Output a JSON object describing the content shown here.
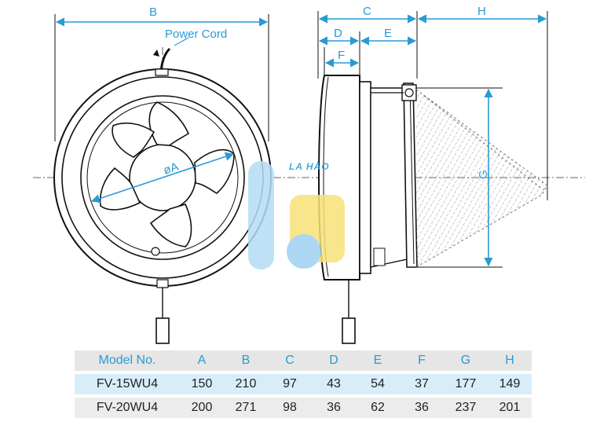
{
  "labels": {
    "B": "B",
    "C": "C",
    "D": "D",
    "E": "E",
    "F": "F",
    "G": "G",
    "H": "H",
    "phiA": "øA",
    "power_cord": "Power Cord"
  },
  "watermark": {
    "text": "LA HÀO"
  },
  "table": {
    "headers": [
      "Model No.",
      "A",
      "B",
      "C",
      "D",
      "E",
      "F",
      "G",
      "H"
    ],
    "rows": [
      [
        "FV-15WU4",
        "150",
        "210",
        "97",
        "43",
        "54",
        "37",
        "177",
        "149"
      ],
      [
        "FV-20WU4",
        "200",
        "271",
        "98",
        "36",
        "62",
        "36",
        "237",
        "201"
      ]
    ]
  },
  "colors": {
    "dimension": "#2a9ad3",
    "outline": "#111111",
    "table_header_bg": "#e6e6e6",
    "row_highlight_bg": "#d7eef9",
    "row_alt_bg": "#ececec"
  }
}
